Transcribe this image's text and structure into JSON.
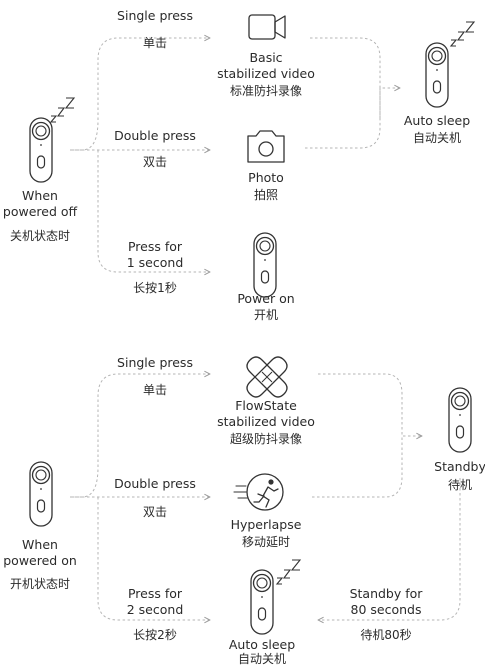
{
  "section1": {
    "start": {
      "line1": "When",
      "line2": "powered off",
      "zh": "关机状态时"
    },
    "actions": {
      "single": {
        "en": "Single press",
        "zh": "单击"
      },
      "double": {
        "en": "Double press",
        "zh": "双击"
      },
      "hold": {
        "en1": "Press for",
        "en2": "1 second",
        "zh": "长按1秒"
      }
    },
    "results": {
      "basic_video": {
        "en1": "Basic",
        "en2": "stabilized video",
        "zh": "标准防抖录像"
      },
      "photo": {
        "en": "Photo",
        "zh": "拍照"
      },
      "power_on": {
        "en": "Power on",
        "zh": "开机"
      },
      "auto_sleep": {
        "en": "Auto sleep",
        "zh": "自动关机"
      }
    }
  },
  "section2": {
    "start": {
      "line1": "When",
      "line2": "powered on",
      "zh": "开机状态时"
    },
    "actions": {
      "single": {
        "en": "Single press",
        "zh": "单击"
      },
      "double": {
        "en": "Double press",
        "zh": "双击"
      },
      "hold": {
        "en1": "Press for",
        "en2": "2 second",
        "zh": "长按2秒"
      },
      "standby_timeout": {
        "en1": "Standby for",
        "en2": "80 seconds",
        "zh": "待机80秒"
      }
    },
    "results": {
      "flowstate": {
        "en1": "FlowState",
        "en2": "stabilized video",
        "zh": "超级防抖录像"
      },
      "hyperlapse": {
        "en": "Hyperlapse",
        "zh": "移动延时"
      },
      "standby": {
        "en": "Standby",
        "zh": "待机"
      },
      "auto_sleep": {
        "en": "Auto sleep",
        "zh": "自动关机"
      }
    }
  },
  "icons": {
    "sleep_glyph": "z",
    "cameras": [
      "camera-device-icon"
    ],
    "video": "video-camera-icon",
    "photo": "photo-camera-icon",
    "flowstate": "flowstate-icon",
    "hyperlapse": "running-person-icon"
  },
  "colors": {
    "line": "#8a8a8a",
    "dash": "#b5b5b5",
    "text": "#2b2b2b"
  }
}
